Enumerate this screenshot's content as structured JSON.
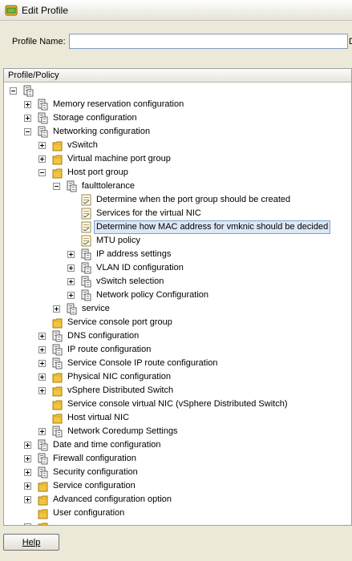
{
  "window": {
    "title": "Edit Profile"
  },
  "form": {
    "profile_name_label": "Profile Name:",
    "profile_name_value": "",
    "truncated_label": "D"
  },
  "tree": {
    "header": "Profile/Policy",
    "items": [
      {
        "label": "",
        "depth": 0,
        "toggle": "expanded",
        "icon": "profile-icon"
      },
      {
        "label": "Memory reservation configuration",
        "depth": 1,
        "toggle": "collapsed",
        "icon": "profile-icon"
      },
      {
        "label": "Storage configuration",
        "depth": 1,
        "toggle": "collapsed",
        "icon": "profile-icon"
      },
      {
        "label": "Networking configuration",
        "depth": 1,
        "toggle": "expanded",
        "icon": "profile-icon"
      },
      {
        "label": "vSwitch",
        "depth": 2,
        "toggle": "collapsed",
        "icon": "folder-icon"
      },
      {
        "label": "Virtual machine port group",
        "depth": 2,
        "toggle": "collapsed",
        "icon": "folder-icon"
      },
      {
        "label": "Host port group",
        "depth": 2,
        "toggle": "expanded",
        "icon": "folder-icon"
      },
      {
        "label": "faulttolerance",
        "depth": 3,
        "toggle": "expanded",
        "icon": "profile-icon"
      },
      {
        "label": "Determine when the port group should be created",
        "depth": 4,
        "toggle": "none",
        "icon": "policy-icon"
      },
      {
        "label": "Services for the virtual NIC",
        "depth": 4,
        "toggle": "none",
        "icon": "policy-icon"
      },
      {
        "label": "Determine how MAC address for vmknic should be decided",
        "depth": 4,
        "toggle": "none",
        "icon": "policy-icon",
        "selected": true
      },
      {
        "label": "MTU policy",
        "depth": 4,
        "toggle": "none",
        "icon": "policy-icon"
      },
      {
        "label": "IP address settings",
        "depth": 4,
        "toggle": "collapsed",
        "icon": "profile-icon"
      },
      {
        "label": "VLAN ID configuration",
        "depth": 4,
        "toggle": "collapsed",
        "icon": "profile-icon"
      },
      {
        "label": "vSwitch selection",
        "depth": 4,
        "toggle": "collapsed",
        "icon": "profile-icon"
      },
      {
        "label": "Network policy Configuration",
        "depth": 4,
        "toggle": "collapsed",
        "icon": "profile-icon"
      },
      {
        "label": "service",
        "depth": 3,
        "toggle": "collapsed",
        "icon": "profile-icon"
      },
      {
        "label": "Service console port group",
        "depth": 2,
        "toggle": "none",
        "icon": "folder-icon"
      },
      {
        "label": "DNS configuration",
        "depth": 2,
        "toggle": "collapsed",
        "icon": "profile-icon"
      },
      {
        "label": "IP route configuration",
        "depth": 2,
        "toggle": "collapsed",
        "icon": "profile-icon"
      },
      {
        "label": "Service Console IP route configuration",
        "depth": 2,
        "toggle": "collapsed",
        "icon": "profile-icon"
      },
      {
        "label": "Physical NIC configuration",
        "depth": 2,
        "toggle": "collapsed",
        "icon": "folder-icon"
      },
      {
        "label": "vSphere Distributed Switch",
        "depth": 2,
        "toggle": "collapsed",
        "icon": "folder-icon"
      },
      {
        "label": "Service console virtual NIC (vSphere Distributed Switch)",
        "depth": 2,
        "toggle": "none",
        "icon": "folder-icon"
      },
      {
        "label": "Host virtual NIC",
        "depth": 2,
        "toggle": "none",
        "icon": "folder-icon"
      },
      {
        "label": "Network Coredump Settings",
        "depth": 2,
        "toggle": "collapsed",
        "icon": "profile-icon"
      },
      {
        "label": "Date and time configuration",
        "depth": 1,
        "toggle": "collapsed",
        "icon": "profile-icon"
      },
      {
        "label": "Firewall configuration",
        "depth": 1,
        "toggle": "collapsed",
        "icon": "profile-icon"
      },
      {
        "label": "Security configuration",
        "depth": 1,
        "toggle": "collapsed",
        "icon": "profile-icon"
      },
      {
        "label": "Service configuration",
        "depth": 1,
        "toggle": "collapsed",
        "icon": "folder-icon"
      },
      {
        "label": "Advanced configuration option",
        "depth": 1,
        "toggle": "collapsed",
        "icon": "folder-icon"
      },
      {
        "label": "User configuration",
        "depth": 1,
        "toggle": "none",
        "icon": "folder-icon"
      },
      {
        "label": "",
        "depth": 1,
        "toggle": "collapsed",
        "icon": "folder-icon"
      }
    ]
  },
  "footer": {
    "help_label": "Help"
  }
}
